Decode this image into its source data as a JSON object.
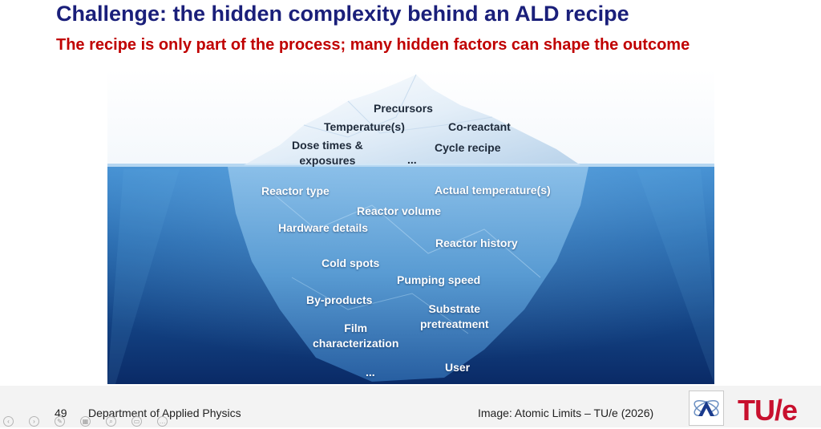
{
  "slide": {
    "title": "Challenge: the hidden complexity behind an ALD recipe",
    "subtitle": "The recipe is only part of the process; many hidden factors can shape the outcome"
  },
  "iceberg": {
    "above_water": [
      {
        "name": "label-precursors",
        "text": "Precursors"
      },
      {
        "name": "label-temperature",
        "text": "Temperature(s)"
      },
      {
        "name": "label-co-reactant",
        "text": "Co-reactant"
      },
      {
        "name": "label-dose-times",
        "text": "Dose times &\nexposures"
      },
      {
        "name": "label-cycle-recipe",
        "text": "Cycle recipe"
      },
      {
        "name": "label-above-ellipsis",
        "text": "..."
      }
    ],
    "below_water": [
      {
        "name": "label-reactor-type",
        "text": "Reactor type"
      },
      {
        "name": "label-actual-temperature",
        "text": "Actual temperature(s)"
      },
      {
        "name": "label-reactor-volume",
        "text": "Reactor volume"
      },
      {
        "name": "label-hardware-details",
        "text": "Hardware details"
      },
      {
        "name": "label-reactor-history",
        "text": "Reactor history"
      },
      {
        "name": "label-cold-spots",
        "text": "Cold spots"
      },
      {
        "name": "label-pumping-speed",
        "text": "Pumping speed"
      },
      {
        "name": "label-by-products",
        "text": "By-products"
      },
      {
        "name": "label-substrate-pretreatment",
        "text": "Substrate\npretreatment"
      },
      {
        "name": "label-film-characterization",
        "text": "Film\ncharacterization"
      },
      {
        "name": "label-user",
        "text": "User"
      },
      {
        "name": "label-below-ellipsis",
        "text": "..."
      }
    ]
  },
  "footer": {
    "page_number": "49",
    "department": "Department of Applied Physics",
    "image_credit": "Image: Atomic Limits – TU/e (2026)",
    "tue_logo": "TU/e",
    "atomic_limits_logo_icon": "atomic-limits-logo-icon"
  },
  "colors": {
    "title": "#1a1f7a",
    "subtitle": "#c00000",
    "tue_red": "#c8102e",
    "water_top": "#2f7fc8",
    "water_bottom": "#0a2a66"
  }
}
